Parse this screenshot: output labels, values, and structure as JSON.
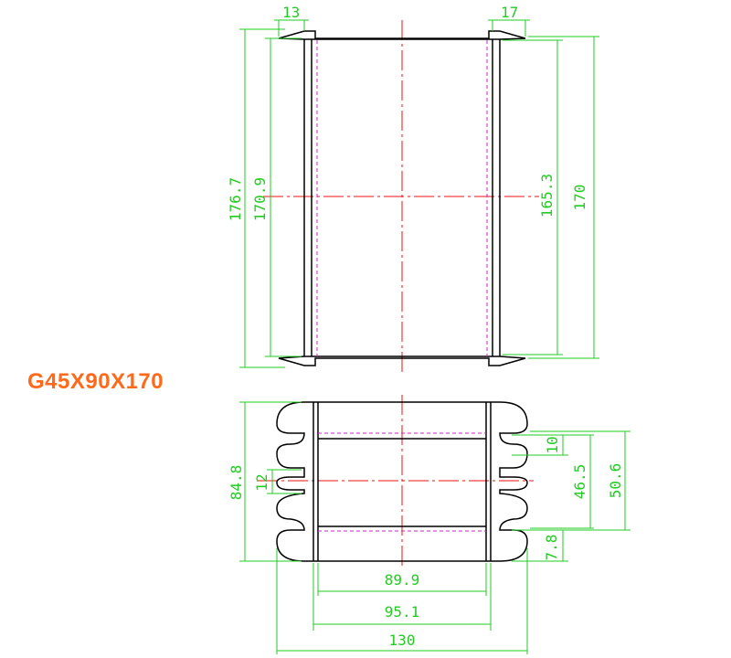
{
  "title": "G45X90X170",
  "dimensions": {
    "top_left_flange": "13",
    "top_right_flange": "17",
    "height_outer": "176.7",
    "height_inner": "170.9",
    "height_right_inner": "165.3",
    "height_right_outer": "170",
    "side_height": "84.8",
    "slot_width": "12",
    "slot_pitch": "10",
    "inner_span": "46.5",
    "outer_span": "50.6",
    "bottom_gap": "7.8",
    "inner_width": "89.9",
    "mid_width": "95.1",
    "overall_width": "130"
  },
  "colors": {
    "dimension": "#22cc22",
    "centerline": "#ee1111",
    "hidden": "#cc22cc",
    "outline": "#000000",
    "title": "#ff6a1a"
  }
}
